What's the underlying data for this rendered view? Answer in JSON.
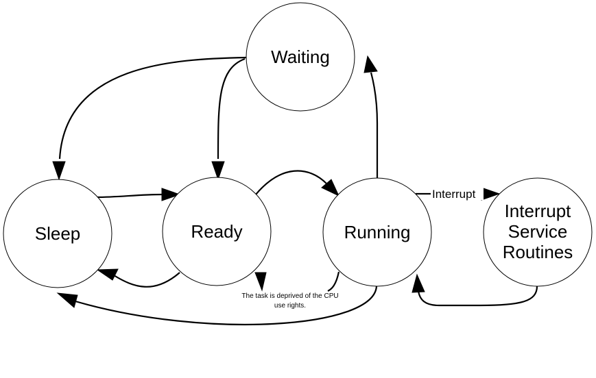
{
  "states": {
    "waiting": "Waiting",
    "sleep": "Sleep",
    "ready": "Ready",
    "running": "Running",
    "isr": [
      "Interrupt",
      "Service",
      "Routines"
    ]
  },
  "edges": {
    "interrupt": "Interrupt"
  },
  "note": [
    "The task is deprived of the CPU",
    "use rights."
  ],
  "colors": {
    "stroke": "#000000",
    "background": "#ffffff"
  }
}
